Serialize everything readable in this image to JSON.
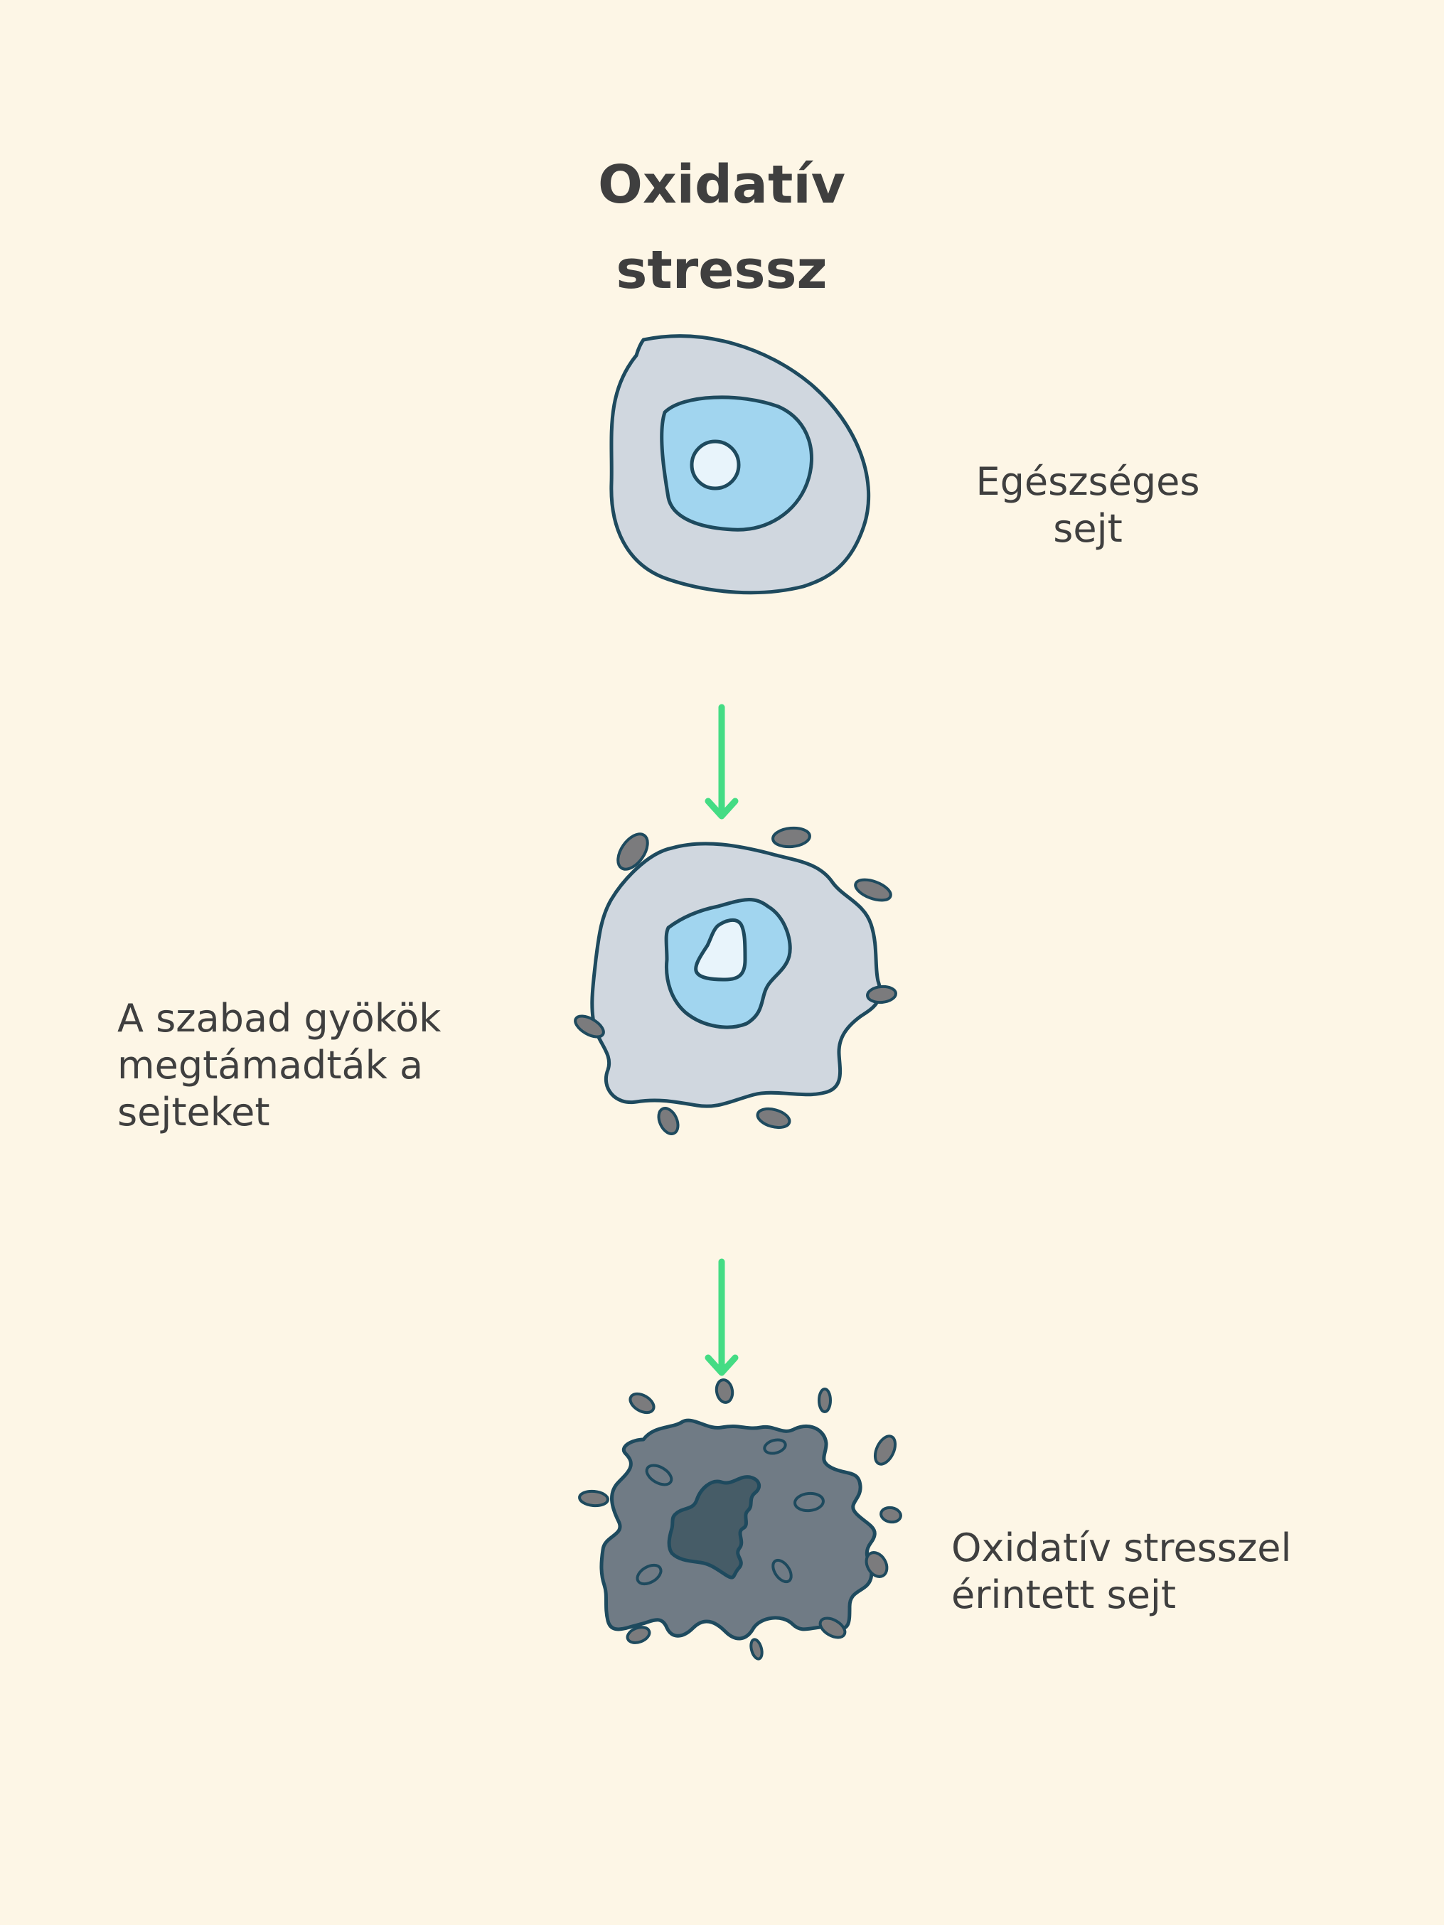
{
  "title": {
    "line1": "Oxidatív",
    "line2": "stressz"
  },
  "stages": [
    {
      "label_line1": "Egészséges",
      "label_line2": "sejt"
    },
    {
      "label_line1": "A szabad gyökök",
      "label_line2": "megtámadták a",
      "label_line3": "sejteket"
    },
    {
      "label_line1": "Oxidatív stresszel",
      "label_line2": "érintett sejt"
    }
  ],
  "colors": {
    "background": "#fdf6e6",
    "cell_body": "#d0d7df",
    "nucleus": "#a1d5ef",
    "nucleolus": "#e8f4fb",
    "outline": "#1e4a5e",
    "arrow": "#44dc84",
    "free_radical": "#7b7b7d",
    "damaged_cell": "#707b85",
    "damaged_nucleus": "#465c67"
  }
}
